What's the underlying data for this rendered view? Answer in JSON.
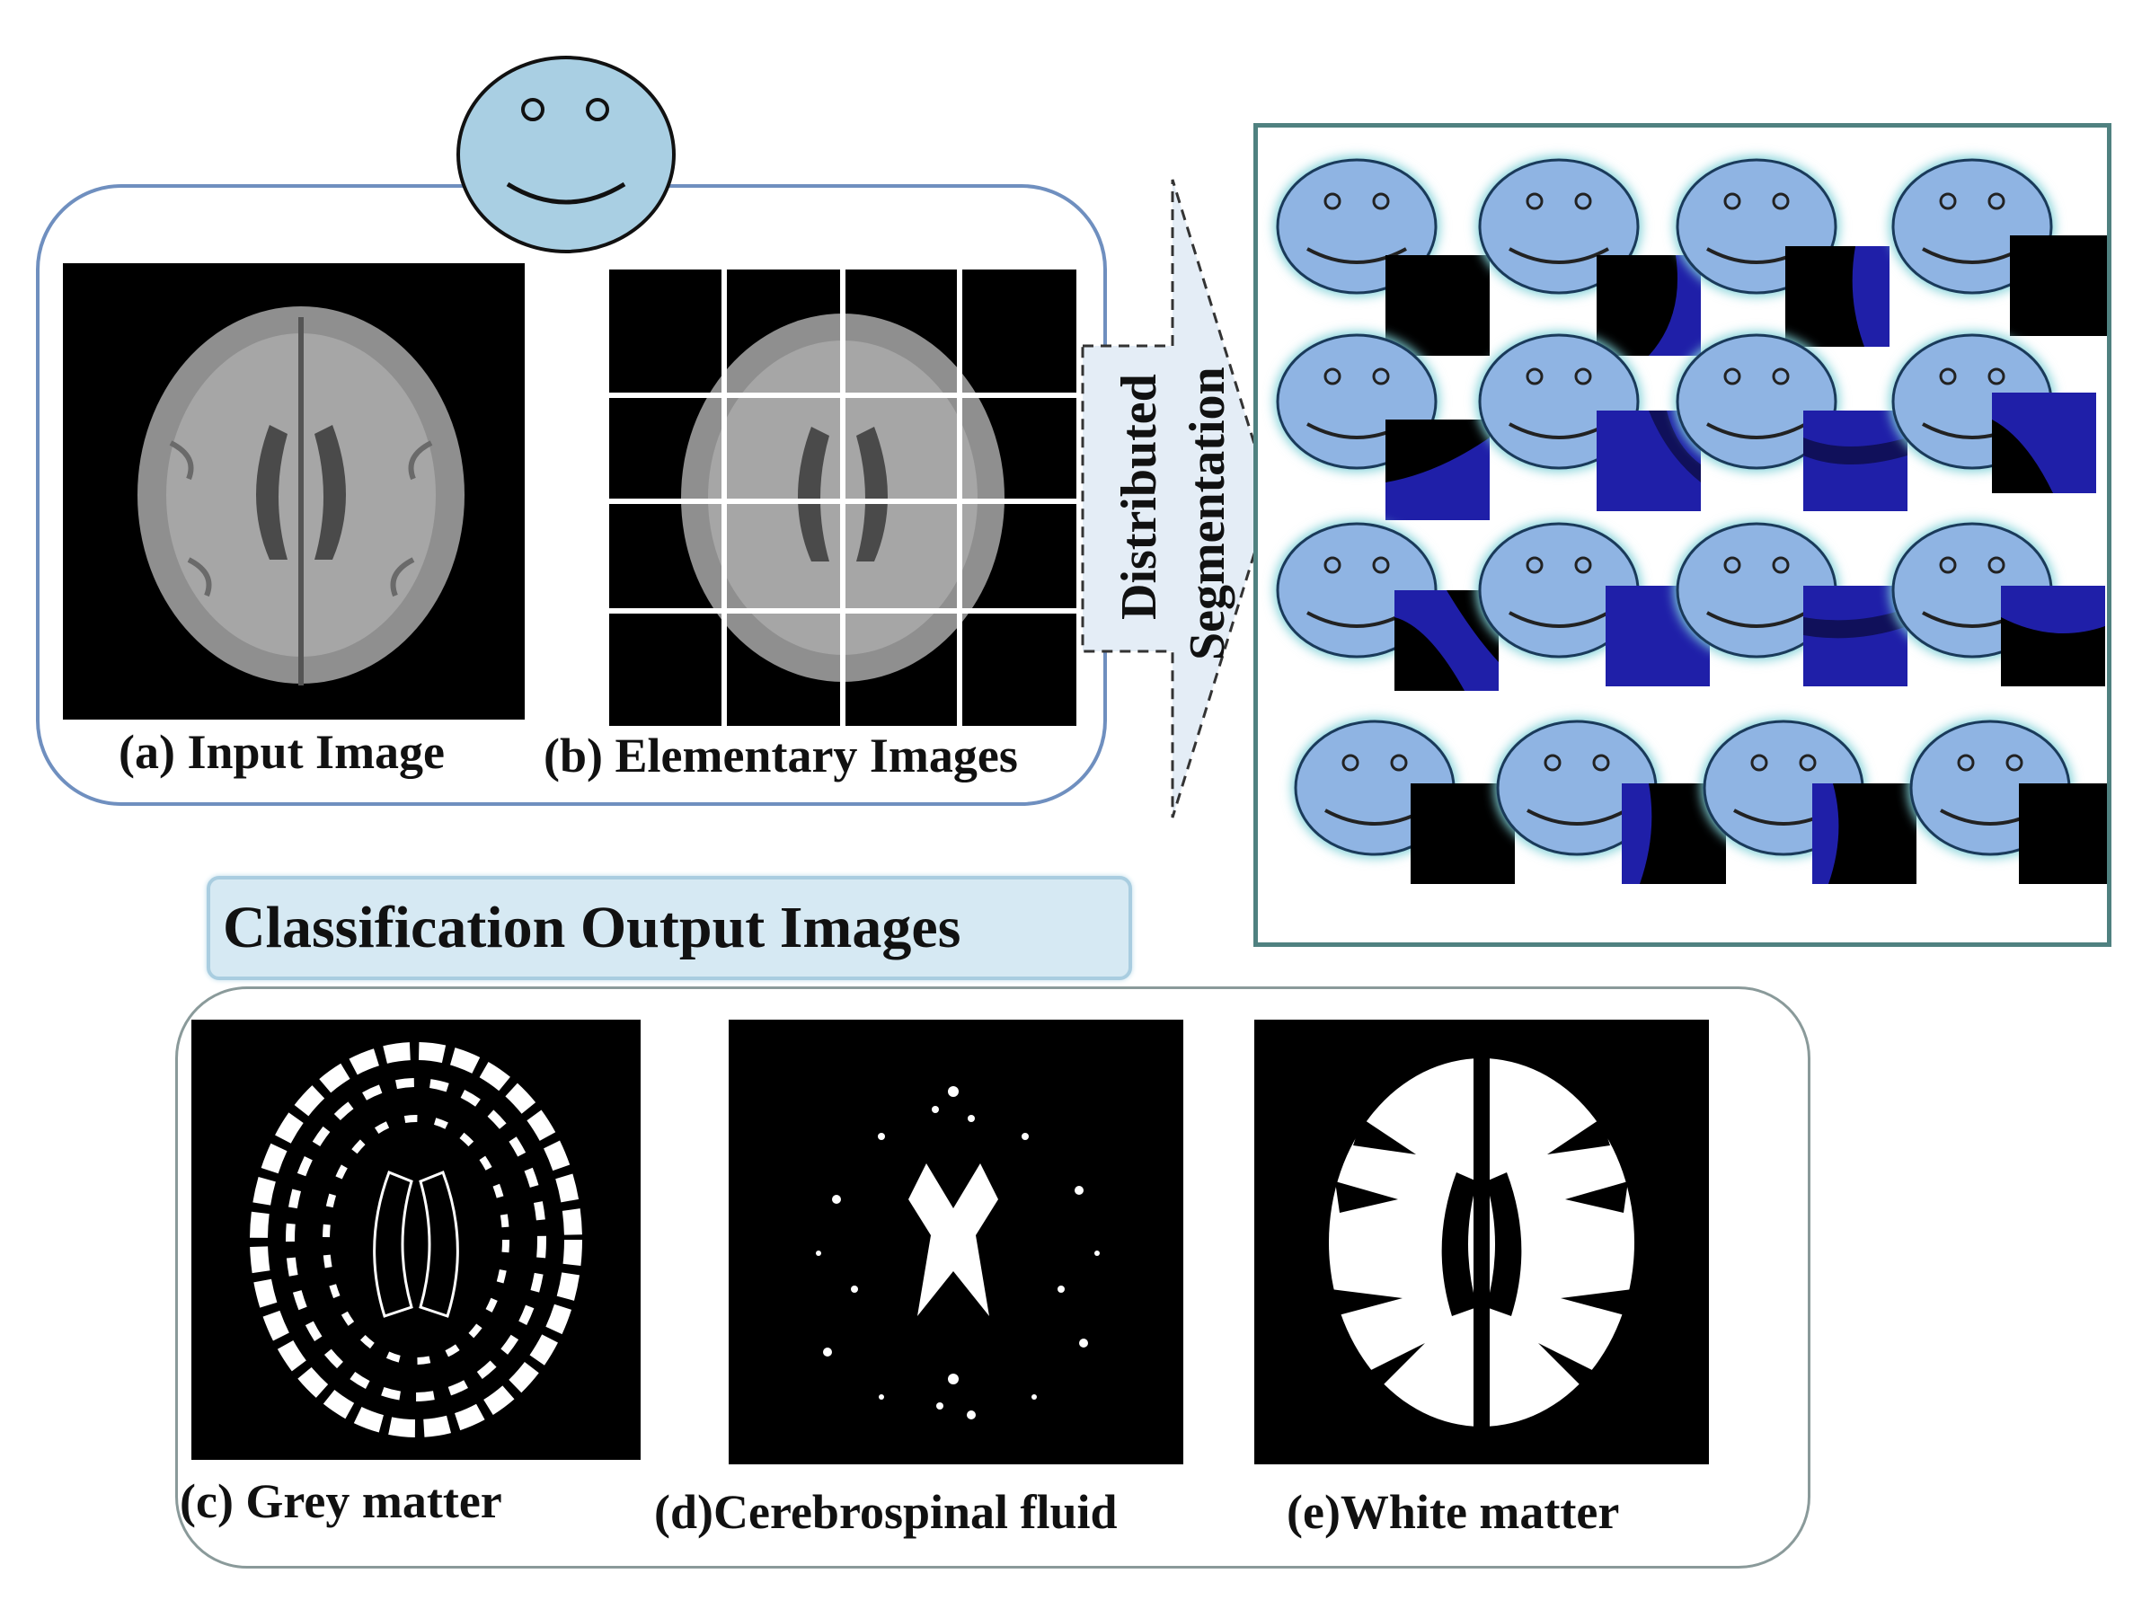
{
  "labels": {
    "input_image": "(a) Input Image",
    "elementary_images": "(b) Elementary Images",
    "arrow_line1": "Distributed",
    "arrow_line2": "Segmentation",
    "classification_title": "Classification Output Images",
    "grey_matter": "(c) Grey matter",
    "csf": "(d)Cerebrospinal fluid",
    "white_matter": "(e)White matter"
  },
  "colors": {
    "smiley_fill": "#a9cfe3",
    "agent_fill": "#8fb4e3",
    "agent_glow": "#7fd0d8",
    "tile_blue": "#1f1fa8",
    "panel_border": "#6f8fbf",
    "frame_border": "#4f8180"
  },
  "icons": {
    "coordinator": "smiley-face-icon",
    "agent": "smiley-face-icon"
  }
}
